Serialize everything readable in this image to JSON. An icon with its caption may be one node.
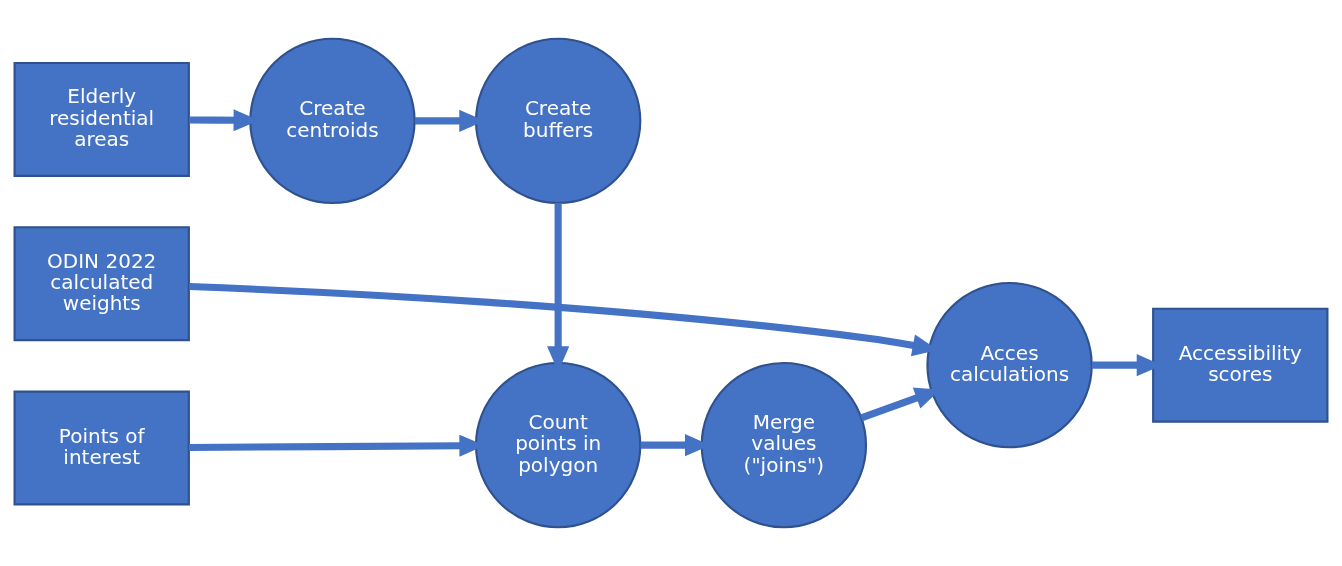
{
  "diagram": {
    "nodes": [
      {
        "text": [
          "Elderly residential areas"
        ]
      },
      {
        "text": [
          "Create centroids"
        ]
      },
      {
        "text": [
          "Create buffers"
        ]
      },
      {
        "text": [
          "Points of interest"
        ]
      },
      {
        "text": [
          "Count points in polygon"
        ]
      },
      {
        "text": [
          "Merge values (\"joins\")"
        ]
      },
      {
        "text": [
          "Acces calculations"
        ]
      },
      {
        "text": [
          "Accessibility scores"
        ]
      },
      {
        "text": [
          "ODIN 2022 calculated weights"
        ]
      }
    ],
    "edges": [
      {
        "from": 0,
        "to": 1,
        "arrow": "to"
      },
      {
        "from": 1,
        "to": 2,
        "arrow": "to"
      },
      {
        "from": 2,
        "to": 4,
        "arrow": "to"
      },
      {
        "from": 3,
        "to": 4,
        "arrow": "to"
      },
      {
        "from": 4,
        "to": 5,
        "arrow": "to"
      },
      {
        "from": 5,
        "to": 6,
        "arrow": "to"
      },
      {
        "from": 6,
        "to": 7,
        "arrow": "to"
      },
      {
        "from": 8,
        "to": 6,
        "arrow": "to"
      }
    ]
  }
}
